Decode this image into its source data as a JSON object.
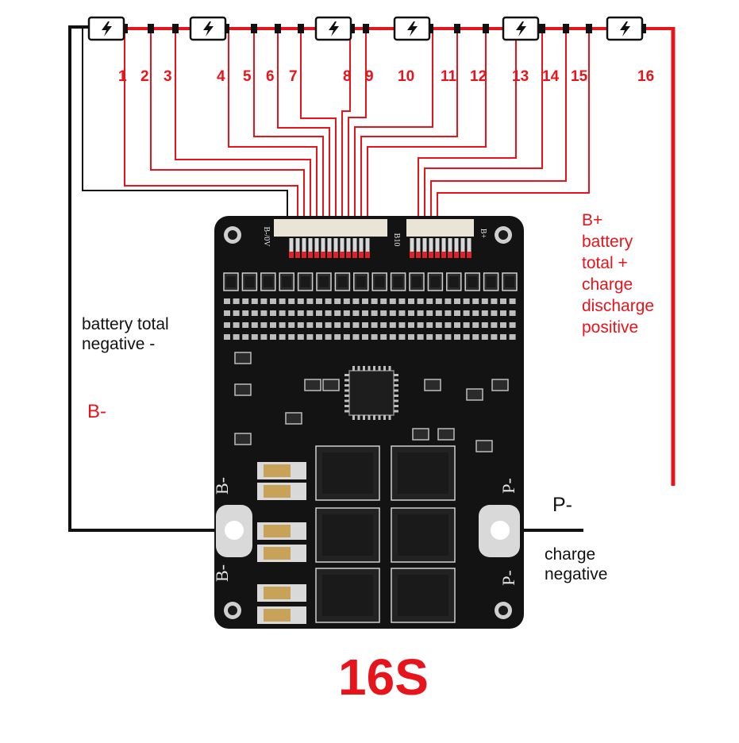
{
  "title": "16S",
  "colors": {
    "positive_wire": "#e8141b",
    "negative_wire": "#111111",
    "board": "#131313",
    "pad_gold": "#c9a25a",
    "pad_silver": "#d9d9d9"
  },
  "cell_icon": "lightning-bolt-icon",
  "tap_labels": [
    "1",
    "2",
    "3",
    "4",
    "5",
    "6",
    "7",
    "8",
    "9",
    "10",
    "11",
    "12",
    "13",
    "14",
    "15",
    "16"
  ],
  "labels": {
    "bplus_title": "B+",
    "bplus_lines": [
      "battery",
      "total +",
      "charge",
      "discharge",
      "positive"
    ],
    "bminus_desc_lines": [
      "battery total",
      "negative -"
    ],
    "bminus_tag": "B-",
    "pminus_tag": "P-",
    "pminus_desc_lines": [
      "charge",
      "negative"
    ]
  },
  "board": {
    "silkscreen": {
      "bminus_top": "B-",
      "bminus_bottom": "B-",
      "pminus_top": "P-",
      "pminus_bottom": "P-",
      "conn_left": "B-/0V",
      "conn_mid": "B10",
      "conn_right": "B+"
    }
  }
}
